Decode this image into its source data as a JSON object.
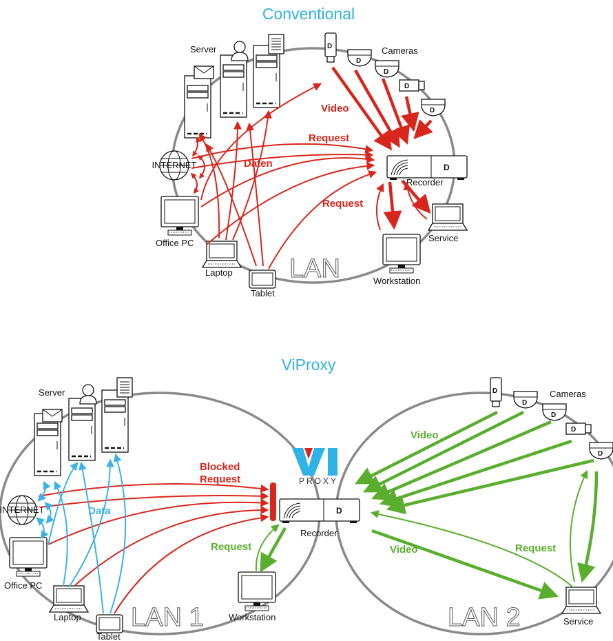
{
  "top": {
    "title": "Conventional",
    "labels": {
      "server": "Server",
      "cameras": "Cameras",
      "internet": "INTERNET",
      "office_pc": "Office PC",
      "laptop": "Laptop",
      "tablet": "Tablet",
      "recorder": "Recorder",
      "service": "Service",
      "workstation": "Workstation",
      "lan": "LAN"
    },
    "annotations": {
      "video": "Video",
      "request_top": "Request",
      "daten": "Daten",
      "request_bottom": "Request"
    }
  },
  "bottom": {
    "title": "ViProxy",
    "logo": {
      "mark": "VI",
      "word": "PROXY"
    },
    "labels": {
      "server": "Server",
      "cameras": "Cameras",
      "internet": "INTERNET",
      "office_pc": "Office PC",
      "laptop": "Laptop",
      "tablet": "Tablet",
      "recorder": "Recorder",
      "service": "Service",
      "workstation": "Workstation",
      "lan1": "LAN 1",
      "lan2": "LAN 2"
    },
    "annotations": {
      "blocked_line1": "Blocked",
      "blocked_line2": "Request",
      "data": "Data",
      "request_left": "Request",
      "video_top": "Video",
      "video_bottom": "Video",
      "request_right": "Request"
    }
  },
  "colors": {
    "title": "#2fb2e6",
    "red": "#d9261c",
    "green": "#5aae2e",
    "blue": "#3cb2e6",
    "ring": "#8a8a8a"
  }
}
